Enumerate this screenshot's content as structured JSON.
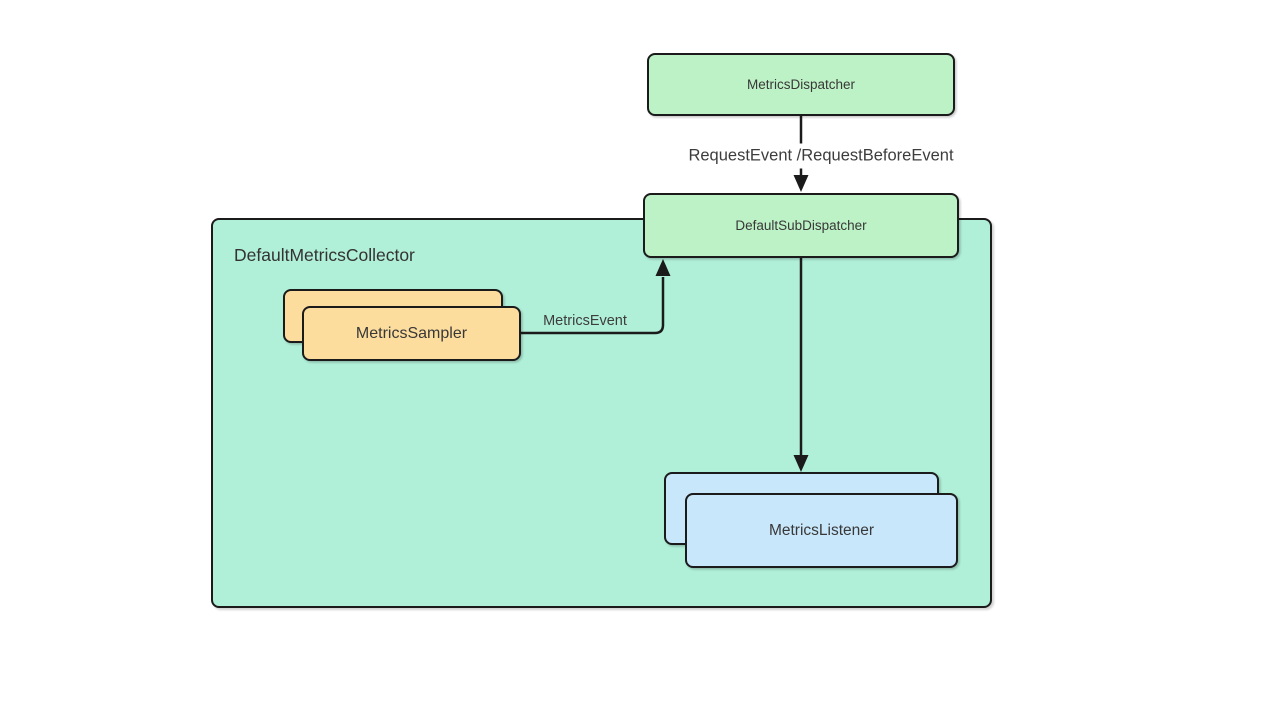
{
  "diagram": {
    "title_none": "",
    "colors": {
      "background": "#ffffff",
      "node_green": "#bdf2c6",
      "container_teal": "#b0efd8",
      "node_orange": "#fcdd9e",
      "node_blue": "#c9e7fb",
      "line_and_border": "#1b1b1b",
      "text": "#383838"
    },
    "nodes": {
      "metrics_dispatcher": "MetricsDispatcher",
      "default_sub_dispatcher": "DefaultSubDispatcher",
      "default_metrics_collector": "DefaultMetricsCollector",
      "metrics_sampler": "MetricsSampler",
      "metrics_listener": "MetricsListener"
    },
    "edge_labels": {
      "request_event": "RequestEvent /RequestBeforeEvent",
      "metrics_event": "MetricsEvent"
    }
  }
}
